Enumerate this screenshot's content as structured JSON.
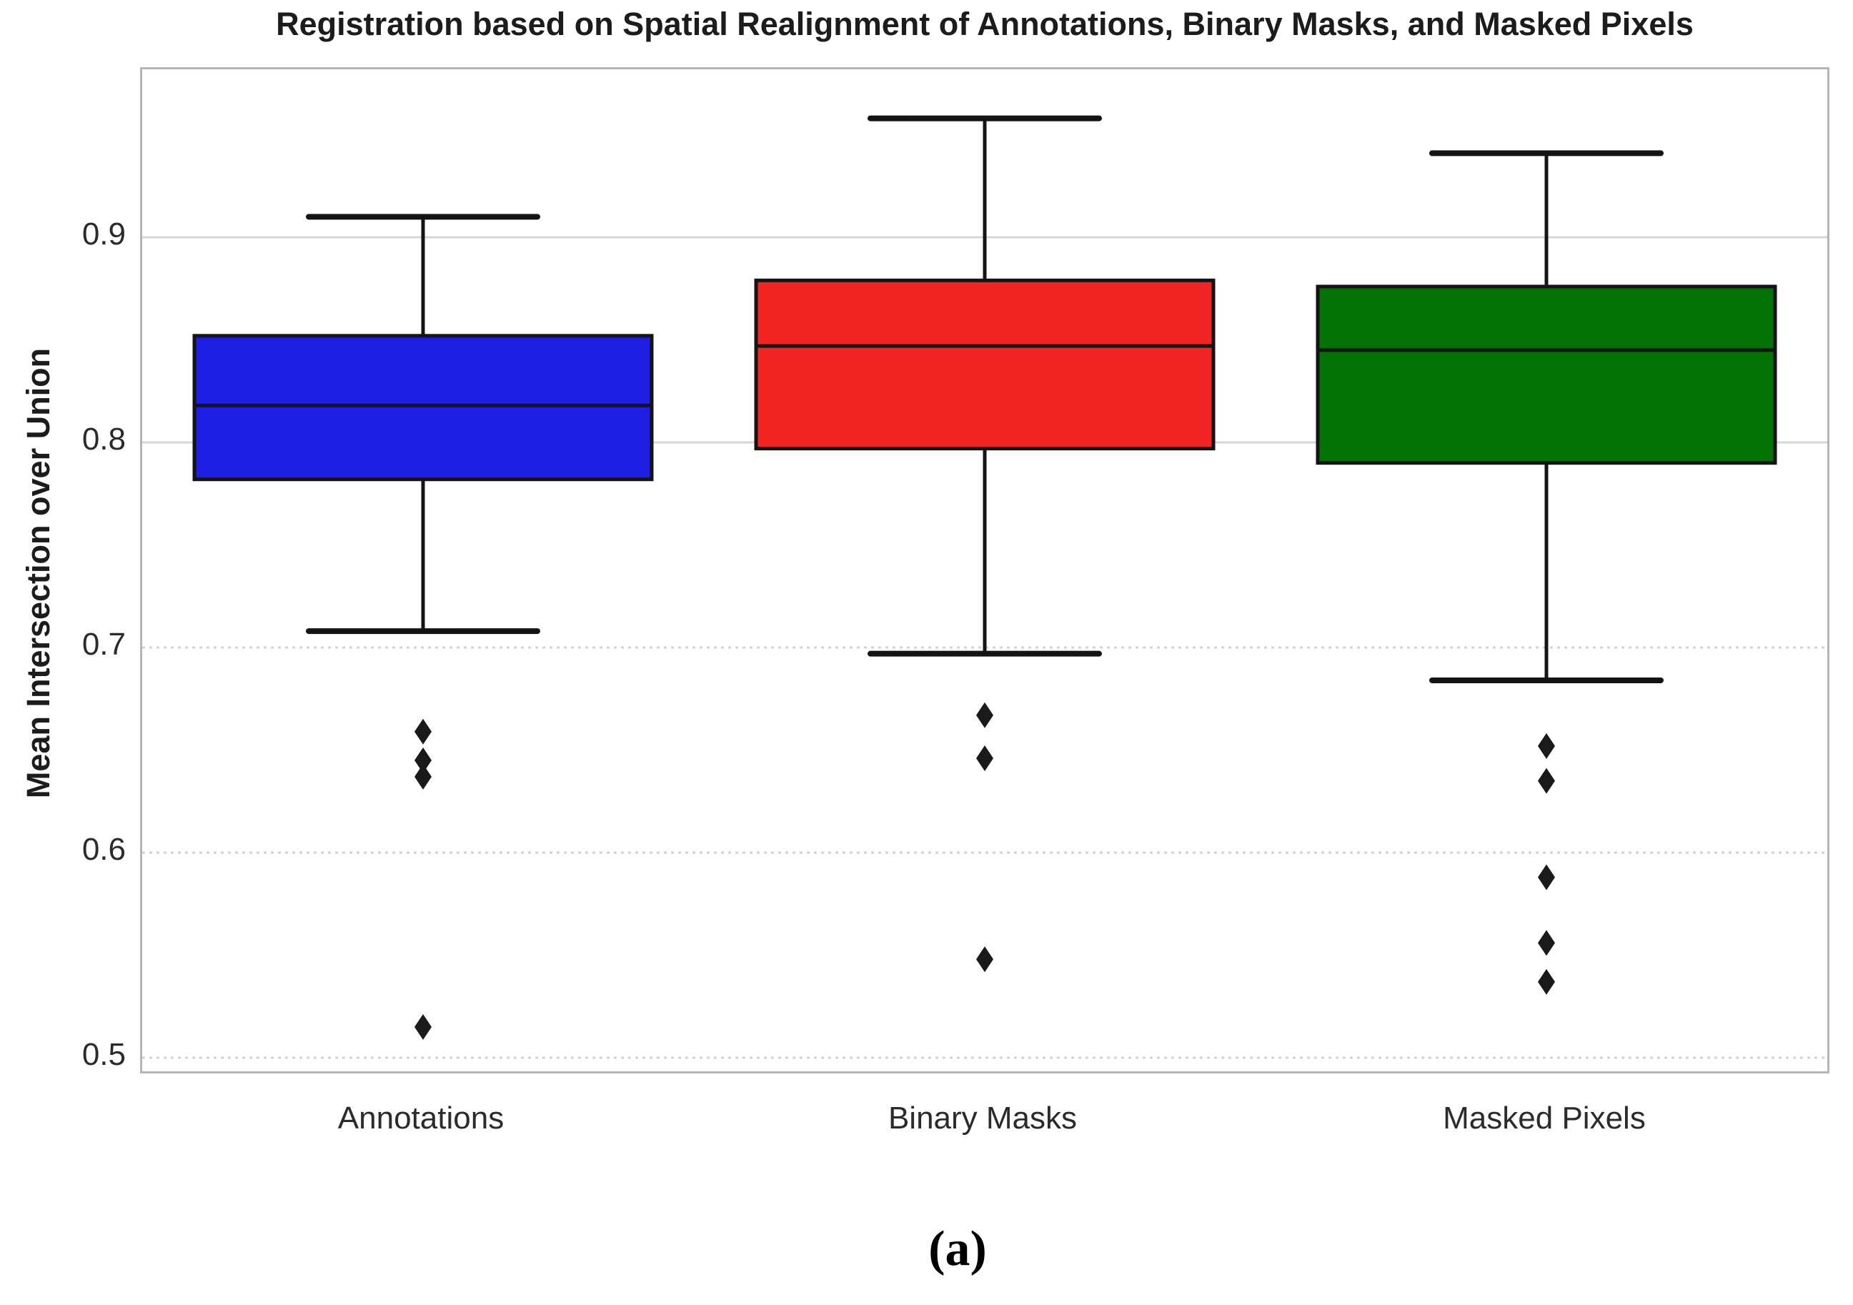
{
  "title": "Registration based on Spatial Realignment of Annotations, Binary Masks, and Masked Pixels",
  "caption": "(a)",
  "y_axis": {
    "label": "Mean Intersection over Union",
    "tick_labels": [
      "0.9",
      "0.8",
      "0.7",
      "0.6",
      "0.5"
    ]
  },
  "x_axis": {
    "tick_labels": [
      "Annotations",
      "Binary Masks",
      "Masked Pixels"
    ]
  },
  "colors": {
    "box_outline": "#141414",
    "outlier": "#1a1a1a",
    "grid_solid": "#d6d6d6",
    "grid_dotted": "#d2d2d2",
    "plot_border": "#b5b5b5"
  },
  "chart_data": {
    "type": "boxplot",
    "title": "Registration based on Spatial Realignment of Annotations, Binary Masks, and Masked Pixels",
    "xlabel": "",
    "ylabel": "Mean Intersection over Union",
    "ylim": [
      0.4934,
      0.9819
    ],
    "yticks": [
      0.9,
      0.8,
      0.7,
      0.6,
      0.5
    ],
    "gridlines_solid": [
      0.9,
      0.8
    ],
    "gridlines_dotted": [
      0.7,
      0.6,
      0.5
    ],
    "legend": "none",
    "categories": [
      "Annotations",
      "Binary Masks",
      "Masked Pixels"
    ],
    "series": [
      {
        "name": "Annotations",
        "color": "#1e1ee4",
        "whisker_high": 0.91,
        "q3": 0.852,
        "median": 0.818,
        "q1": 0.782,
        "whisker_low": 0.708,
        "outliers": [
          0.659,
          0.645,
          0.637,
          0.515
        ]
      },
      {
        "name": "Binary Masks",
        "color": "#f22323",
        "whisker_high": 0.958,
        "q3": 0.879,
        "median": 0.847,
        "q1": 0.797,
        "whisker_low": 0.697,
        "outliers": [
          0.667,
          0.646,
          0.548
        ]
      },
      {
        "name": "Masked Pixels",
        "color": "#047104",
        "whisker_high": 0.941,
        "q3": 0.876,
        "median": 0.845,
        "q1": 0.79,
        "whisker_low": 0.684,
        "outliers": [
          0.652,
          0.635,
          0.588,
          0.556,
          0.537
        ]
      }
    ]
  }
}
